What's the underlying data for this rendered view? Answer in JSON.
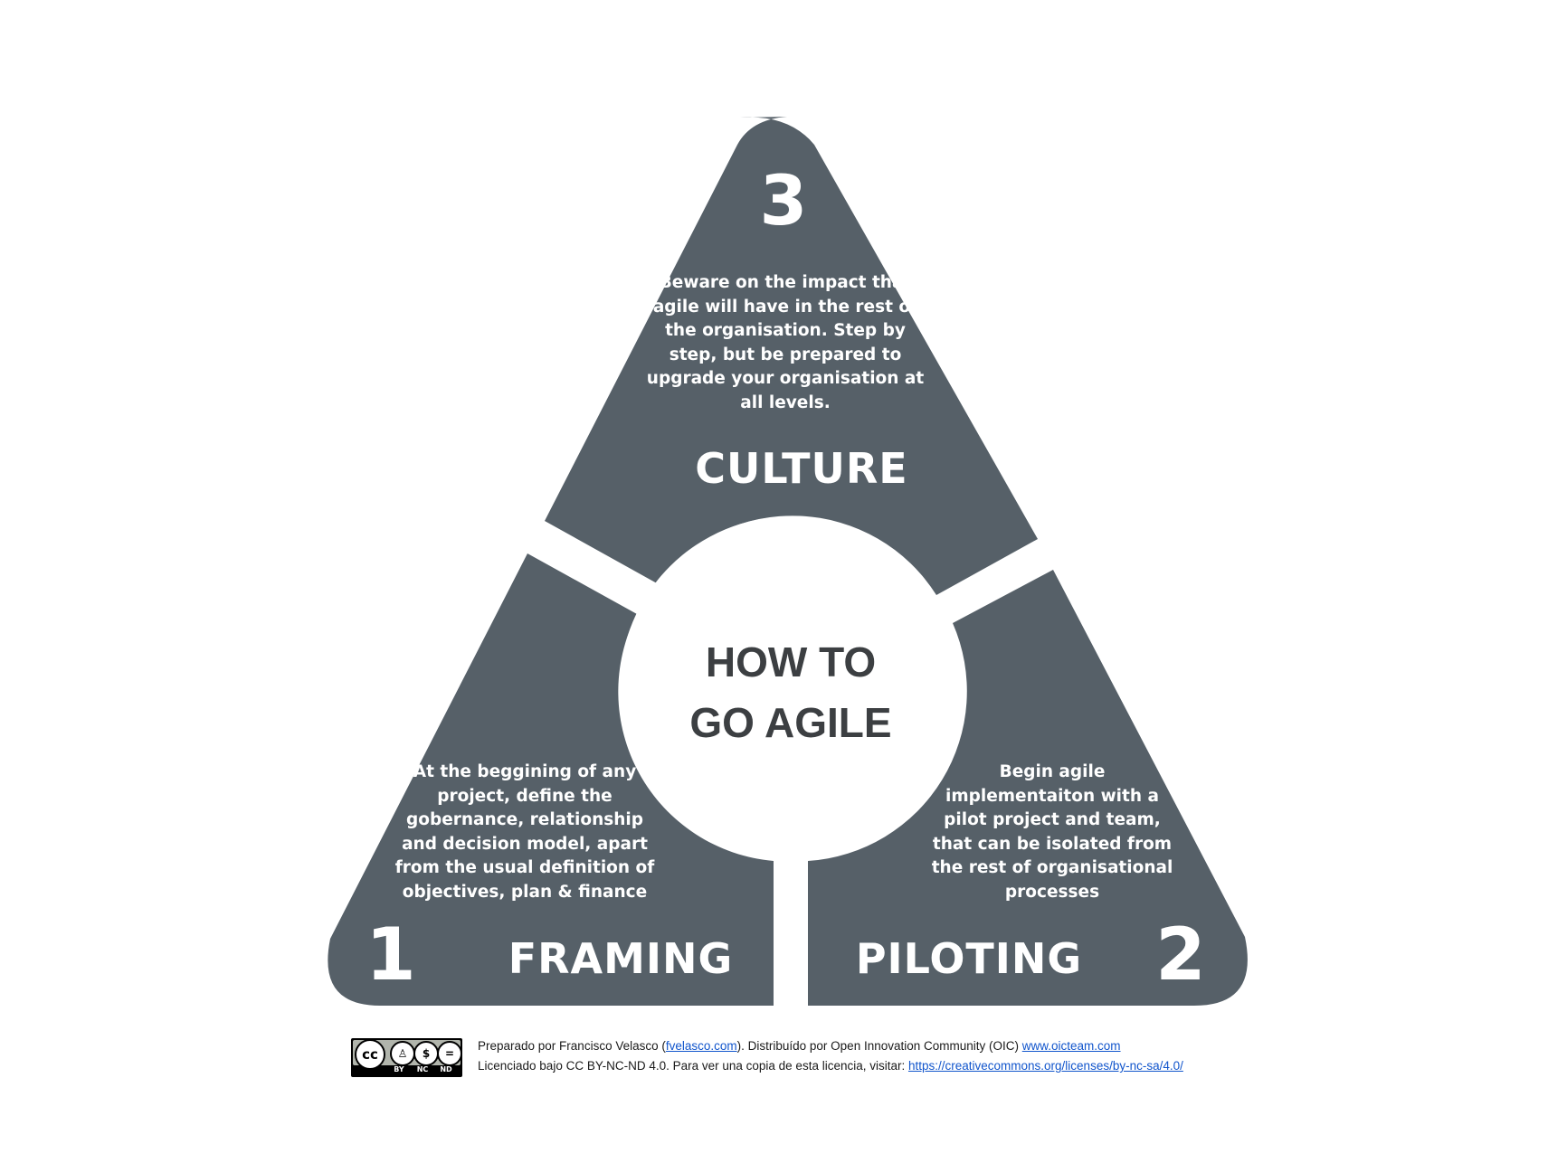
{
  "center": {
    "line1": "HOW TO",
    "line2": "GO AGILE"
  },
  "segments": {
    "culture": {
      "number": "3",
      "name": "CULTURE",
      "description": [
        "Beware on the impact that",
        "agile will have in the rest of",
        "the organisation. Step by",
        "step, but be prepared to",
        "upgrade your organisation at",
        "all levels."
      ]
    },
    "framing": {
      "number": "1",
      "name": "FRAMING",
      "description": [
        "At the beggining of any",
        "project, define the",
        "gobernance, relationship",
        "and decision model, apart",
        "from the usual definition of",
        "objectives, plan & finance"
      ]
    },
    "piloting": {
      "number": "2",
      "name": "PILOTING",
      "description": [
        "Begin agile",
        "implementaiton with a",
        "pilot project and team,",
        "that can be isolated from",
        "the rest of organisational",
        "processes"
      ]
    }
  },
  "footer": {
    "license_badge": {
      "icons": [
        "cc-icon",
        "by-icon",
        "nc-icon",
        "nd-icon"
      ],
      "mark": "cc",
      "labels": [
        "BY",
        "NC",
        "ND"
      ]
    },
    "line1_prefix": "Preparado por Francisco Velasco (",
    "line1_link1": "fvelasco.com",
    "line1_middle": "). Distribuído por Open Innovation Community (OIC) ",
    "line1_link2": "www.oicteam.com",
    "line2_prefix": "Licenciado bajo CC BY-NC-ND 4.0. Para ver una copia de esta licencia, visitar: ",
    "line2_link": "https://creativecommons.org/licenses/by-nc-sa/4.0/"
  },
  "colors": {
    "segment": "#566068",
    "center_text": "#3c3f42",
    "link": "#1155cc"
  }
}
